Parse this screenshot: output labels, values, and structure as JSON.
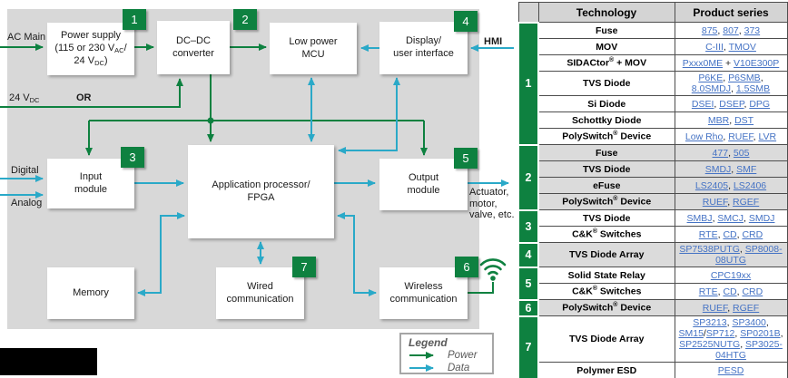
{
  "colors": {
    "power_green": "#0E8140",
    "data_teal": "#2AA9C8",
    "link_blue": "#4472C4",
    "panel_gray": "#D8D8D8",
    "row_gray": "#DBDBDB",
    "header_gray": "#D4D4D4",
    "table_green": "#0E8140",
    "badge_green": "#0E8140"
  },
  "diagram": {
    "boxes": {
      "power_supply": {
        "line1": "Power supply",
        "line2_pre": "(115 or 230 V",
        "line2_sub": "AC",
        "line2_post": "/",
        "line3_pre": "24 V",
        "line3_sub": "DC",
        "line3_post": ")"
      },
      "dcdc": {
        "line1": "DC–DC",
        "line2": "converter"
      },
      "mcu": {
        "line1": "Low power",
        "line2": "MCU"
      },
      "display": {
        "line1": "Display/",
        "line2": "user interface"
      },
      "input": {
        "line1": "Input",
        "line2": "module"
      },
      "app": {
        "line1": "Application processor/",
        "line2": "FPGA"
      },
      "output": {
        "line1": "Output",
        "line2": "module"
      },
      "memory": {
        "line1": "Memory"
      },
      "wired": {
        "line1": "Wired",
        "line2": "communication"
      },
      "wireless": {
        "line1": "Wireless",
        "line2": "communication"
      }
    },
    "badges": {
      "b1": "1",
      "b2": "2",
      "b3": "3",
      "b4": "4",
      "b5": "5",
      "b6": "6",
      "b7": "7"
    },
    "labels": {
      "ac_main": "AC Main",
      "vdc_pre": "24 V",
      "vdc_sub": "DC",
      "or": "OR",
      "digital": "Digital",
      "analog": "Analog",
      "hmi": "HMI",
      "actuator_l1": "Actuator,",
      "actuator_l2": "motor,",
      "actuator_l3": "valve, etc."
    },
    "legend": {
      "title": "Legend",
      "power": "Power",
      "data": "Data"
    }
  },
  "table": {
    "headers": {
      "technology": "Technology",
      "product_series": "Product series"
    },
    "groups": [
      {
        "num": "1",
        "shade": false,
        "rows": [
          {
            "tech": "Fuse",
            "products": [
              "875",
              "807",
              "373"
            ]
          },
          {
            "tech": "MOV",
            "products": [
              "C-III",
              "TMOV"
            ]
          },
          {
            "tech": "SIDACtor® + MOV",
            "products": [
              "Pxxx0ME",
              "V10E300P"
            ],
            "seps": [
              " + "
            ]
          },
          {
            "tech": "TVS Diode",
            "products": [
              "P6KE",
              "P6SMB",
              "8.0SMDJ",
              "1.5SMB"
            ]
          },
          {
            "tech": "Si Diode",
            "products": [
              "DSEI",
              "DSEP",
              "DPG"
            ]
          },
          {
            "tech": "Schottky Diode",
            "products": [
              "MBR",
              "DST"
            ]
          },
          {
            "tech": "PolySwitch® Device",
            "products": [
              "Low Rho",
              "RUEF",
              "LVR"
            ]
          }
        ]
      },
      {
        "num": "2",
        "shade": true,
        "rows": [
          {
            "tech": "Fuse",
            "products": [
              "477",
              "505"
            ]
          },
          {
            "tech": "TVS Diode",
            "products": [
              "SMDJ",
              "SMF"
            ]
          },
          {
            "tech": "eFuse",
            "products": [
              "LS2405",
              "LS2406"
            ]
          },
          {
            "tech": "PolySwitch® Device",
            "products": [
              "RUEF",
              "RGEF"
            ]
          }
        ]
      },
      {
        "num": "3",
        "shade": false,
        "rows": [
          {
            "tech": "TVS Diode",
            "products": [
              "SMBJ",
              "SMCJ",
              "SMDJ"
            ]
          },
          {
            "tech": "C&K® Switches",
            "products": [
              "RTE",
              "CD",
              "CRD"
            ]
          }
        ]
      },
      {
        "num": "4",
        "shade": true,
        "rows": [
          {
            "tech": "TVS Diode Array",
            "products": [
              "SP7538PUTG",
              "SP8008-08UTG"
            ]
          }
        ]
      },
      {
        "num": "5",
        "shade": false,
        "rows": [
          {
            "tech": "Solid State Relay",
            "products": [
              "CPC19xx"
            ]
          },
          {
            "tech": "C&K® Switches",
            "products": [
              "RTE",
              "CD",
              "CRD"
            ]
          }
        ]
      },
      {
        "num": "6",
        "shade": true,
        "rows": [
          {
            "tech": "PolySwitch® Device",
            "products": [
              "RUEF",
              "RGEF"
            ]
          }
        ]
      },
      {
        "num": "7",
        "shade": false,
        "rows": [
          {
            "tech": "TVS Diode Array",
            "products": [
              "SP3213",
              "SP3400",
              "SM15",
              "SP712",
              "SP0201B",
              "SP2525NUTG",
              "SP3025-04HTG"
            ],
            "seps": [
              ", ",
              ", ",
              "/",
              ", ",
              ", ",
              ", "
            ]
          },
          {
            "tech": "Polymer ESD",
            "products": [
              "PESD"
            ]
          }
        ]
      }
    ]
  }
}
